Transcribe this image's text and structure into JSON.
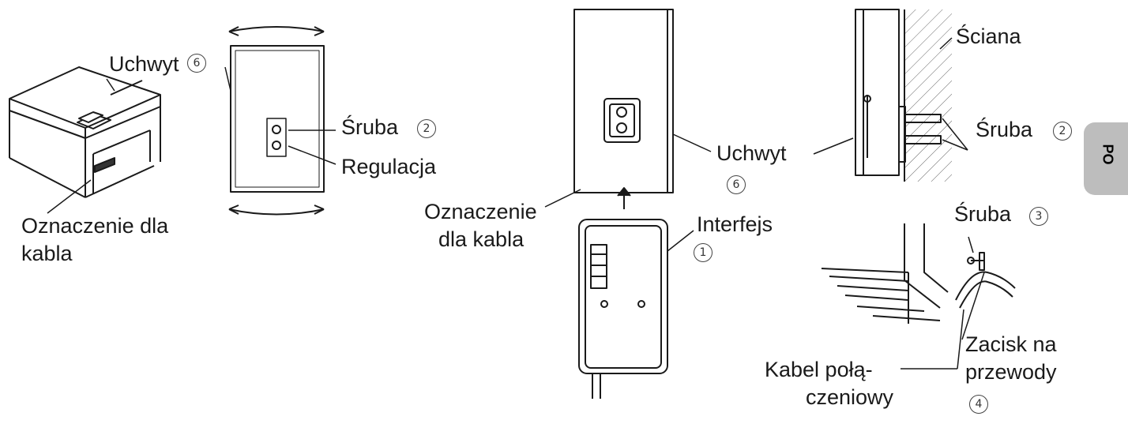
{
  "labels": {
    "uchwyt_left": "Uchwyt",
    "oznaczenie_left_1": "Oznaczenie dla",
    "oznaczenie_left_2": "kabla",
    "sruba_mid": "Śruba",
    "regulacja": "Regulacja",
    "uchwyt_center": "Uchwyt",
    "oznaczenie_center_1": "Oznaczenie",
    "oznaczenie_center_2": "dla kabla",
    "interfejs": "Interfejs",
    "sciana": "Ściana",
    "sruba_right": "Śruba",
    "sruba_lower": "Śruba",
    "zacisk_1": "Zacisk na",
    "zacisk_2": "przewody",
    "kabel_1": "Kabel połą-",
    "kabel_2": "czeniowy"
  },
  "numbers": {
    "uchwyt_left": "6",
    "sruba_mid": "2",
    "uchwyt_center": "6",
    "interfejs": "1",
    "sruba_right": "2",
    "sruba_lower": "3",
    "zacisk": "4"
  },
  "lang_tab": "PO"
}
